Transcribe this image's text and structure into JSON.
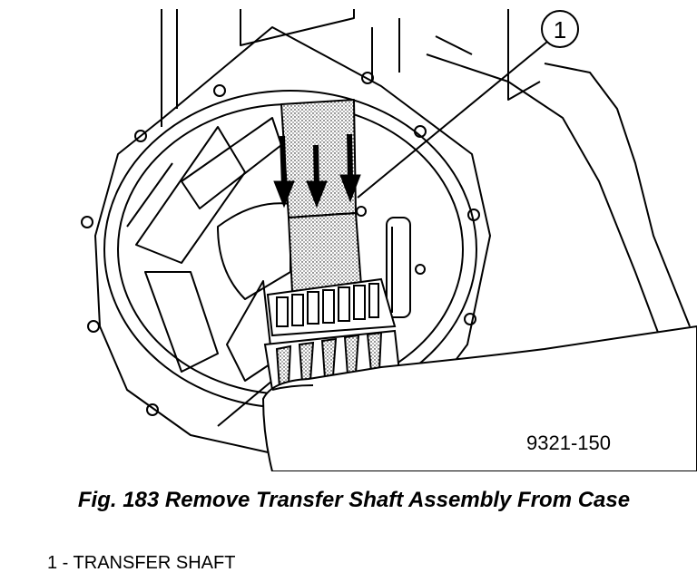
{
  "figure": {
    "callout_number": "1",
    "plate_number": "9321-150",
    "caption": "Fig. 183 Remove Transfer Shaft Assembly From Case",
    "legend": [
      {
        "number": "1",
        "separator": " - ",
        "label": "TRANSFER SHAFT"
      }
    ]
  }
}
